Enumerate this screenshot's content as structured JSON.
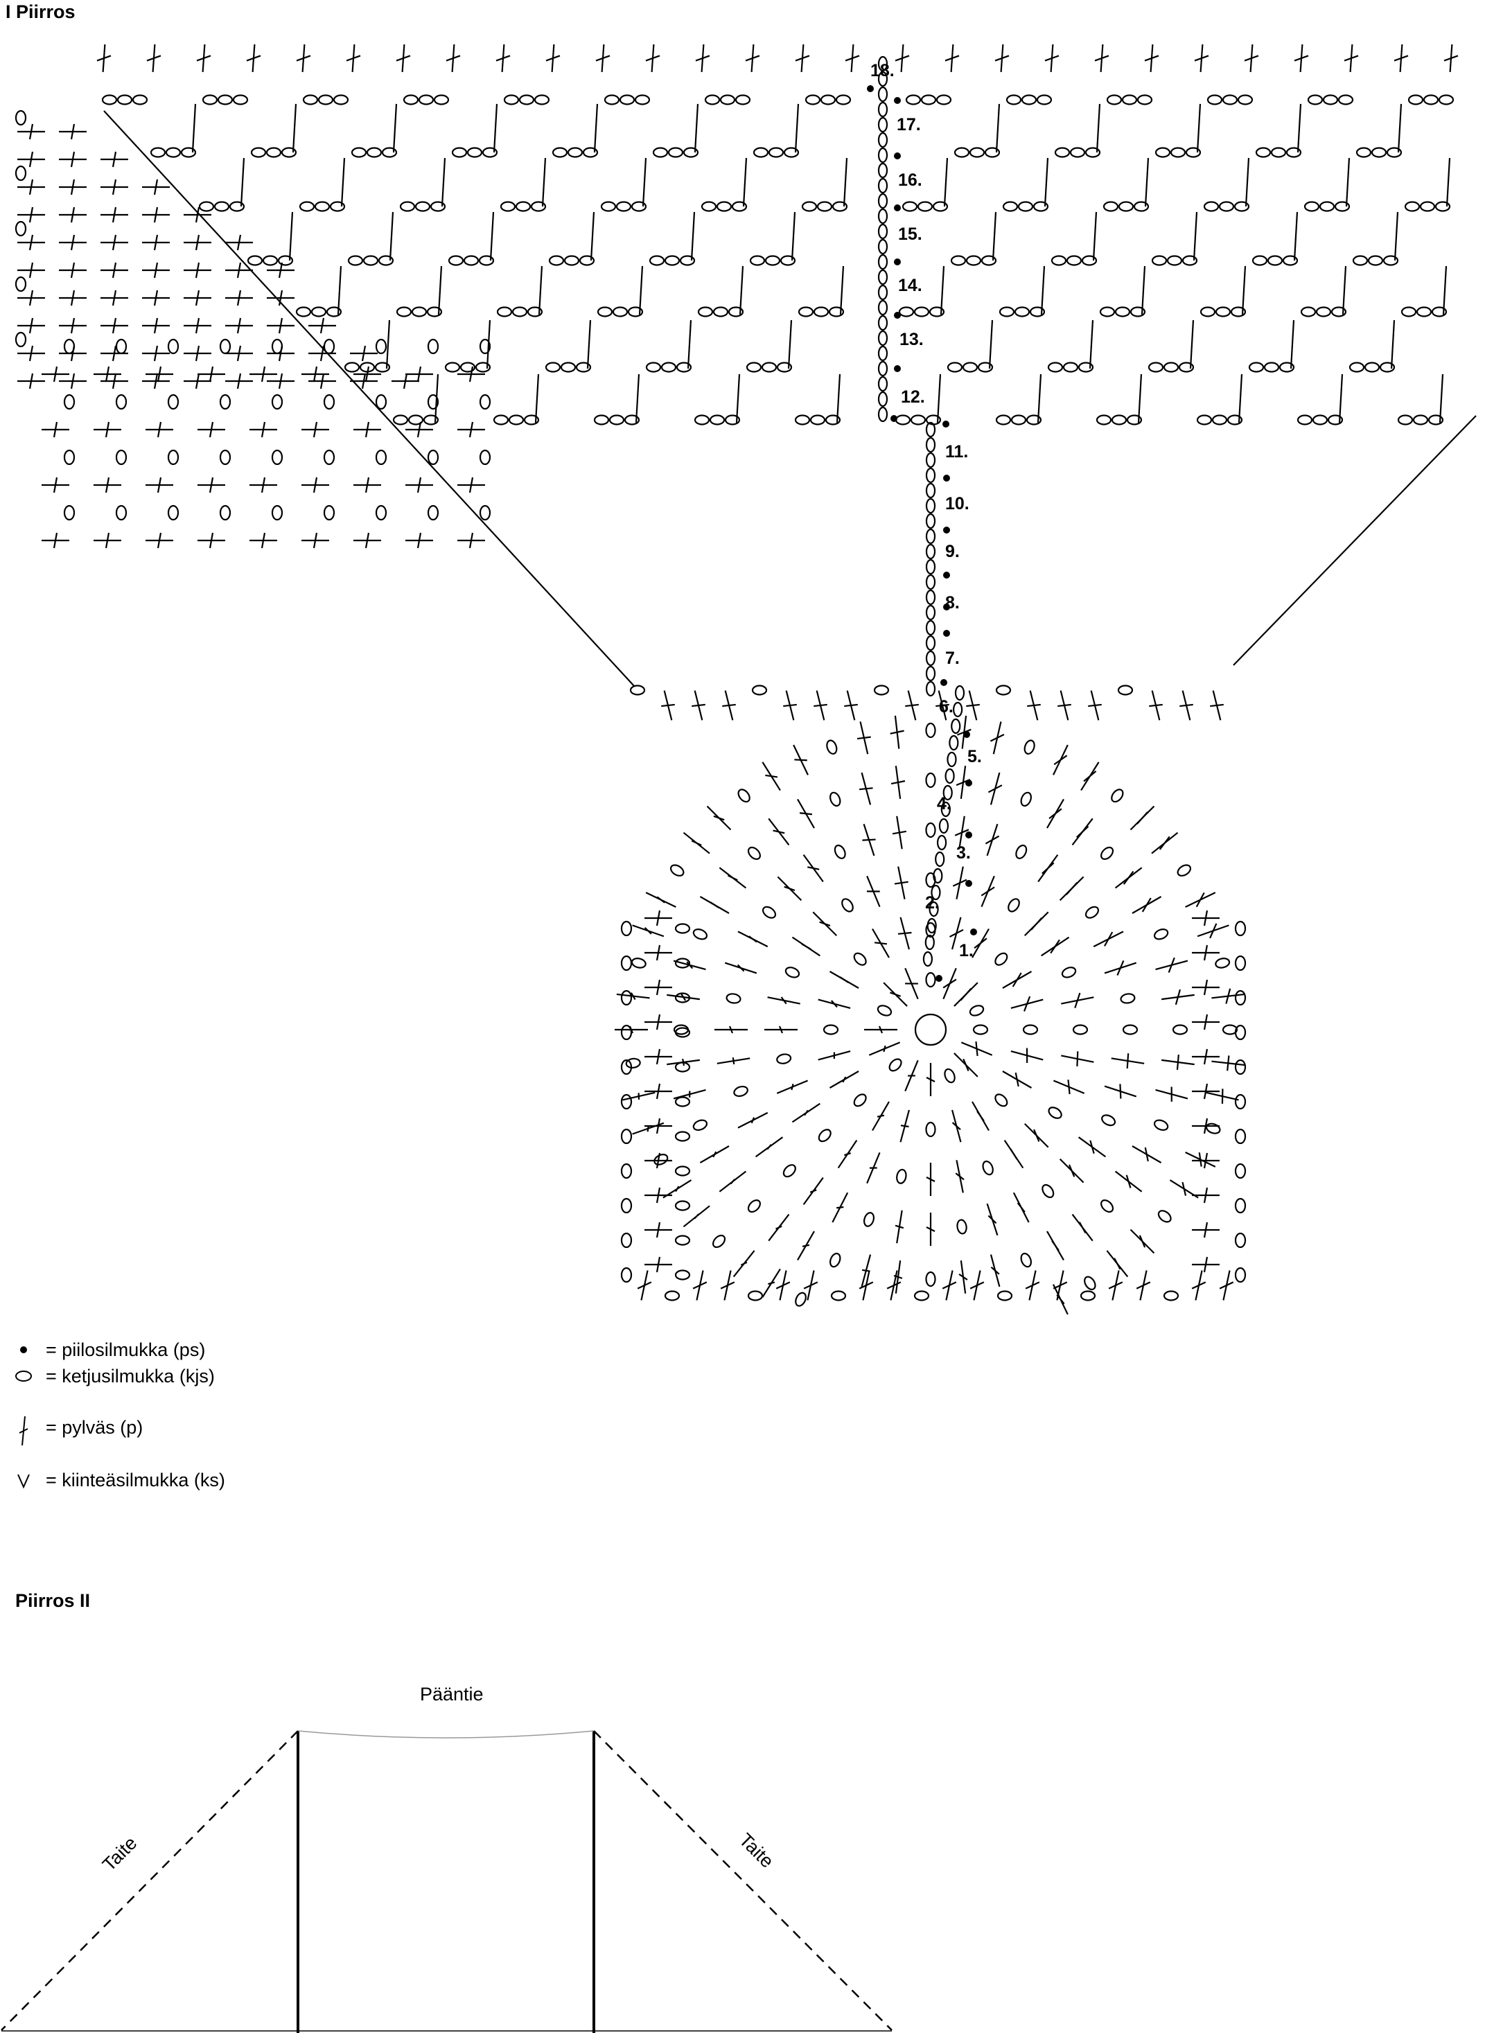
{
  "titles": {
    "chart_1": "I Piirros",
    "chart_2": "Piirros II"
  },
  "row_numbers": [
    "1.",
    "2.",
    "3.",
    "4.",
    "5.",
    "6.",
    "7.",
    "8.",
    "9.",
    "10.",
    "11.",
    "12.",
    "13.",
    "14.",
    "15.",
    "16.",
    "17.",
    "18."
  ],
  "legend": [
    {
      "symbol": "dot-icon",
      "text": "= piilosilmukka (ps)"
    },
    {
      "symbol": "oval-icon",
      "text": "= ketjusilmukka (kjs)"
    },
    {
      "symbol": "stick-icon",
      "text": "= pylväs (p)"
    },
    {
      "symbol": "v-icon",
      "text": "= kiinteäsilmukka (ks)"
    }
  ],
  "schematic": {
    "top_label": "Pääntie",
    "left_label": "Taite",
    "right_label": "Taite"
  }
}
